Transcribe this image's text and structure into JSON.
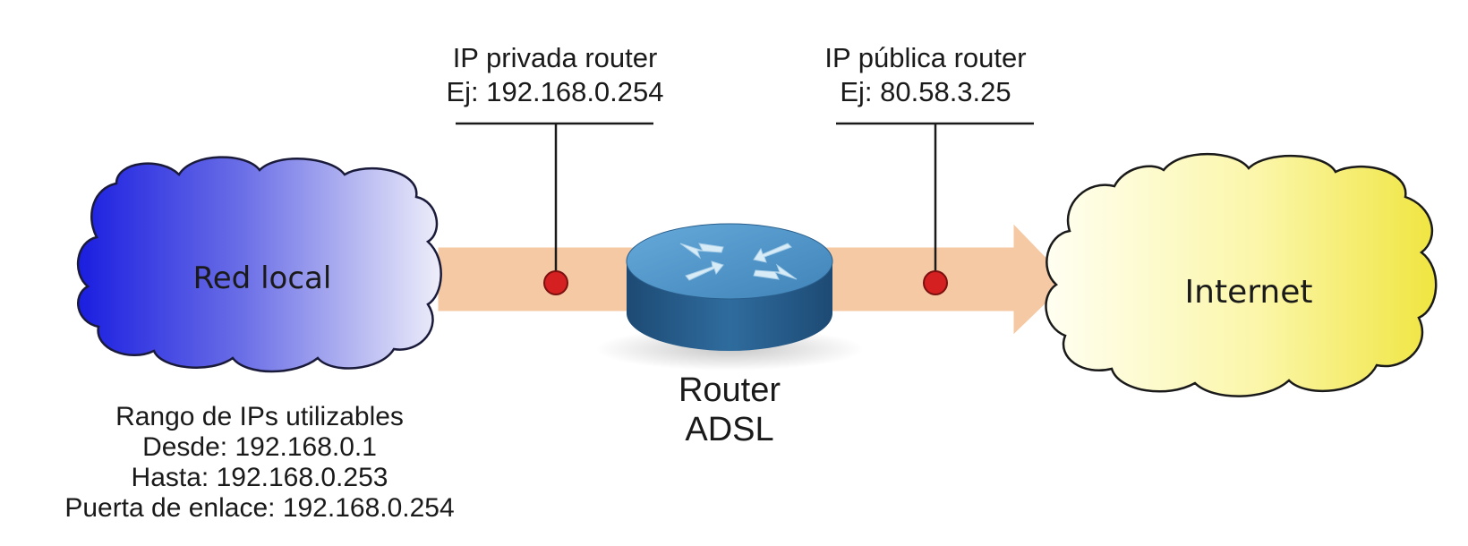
{
  "labels": {
    "private_ip_title": "IP privada router",
    "private_ip_example": "Ej: 192.168.0.254",
    "public_ip_title": "IP pública router",
    "public_ip_example": "Ej: 80.58.3.25",
    "local_network": "Red local",
    "internet": "Internet",
    "router_line1": "Router",
    "router_line2": "ADSL",
    "range_title": "Rango de IPs utilizables",
    "range_from": "Desde: 192.168.0.1",
    "range_to": "Hasta: 192.168.0.253",
    "gateway": "Puerta de enlace: 192.168.0.254"
  },
  "colors": {
    "local_cloud_dark": "#1a1ee0",
    "local_cloud_light": "#eeeefa",
    "internet_cloud_light": "#fffff2",
    "internet_cloud_dark": "#f0e540",
    "arrow": "#f5c9a3",
    "router_top": "#4f96c9",
    "router_side": "#255a88",
    "connection_dot": "#d42020",
    "text": "#1a1a1a"
  },
  "icons": [
    "router-arrows-icon"
  ]
}
